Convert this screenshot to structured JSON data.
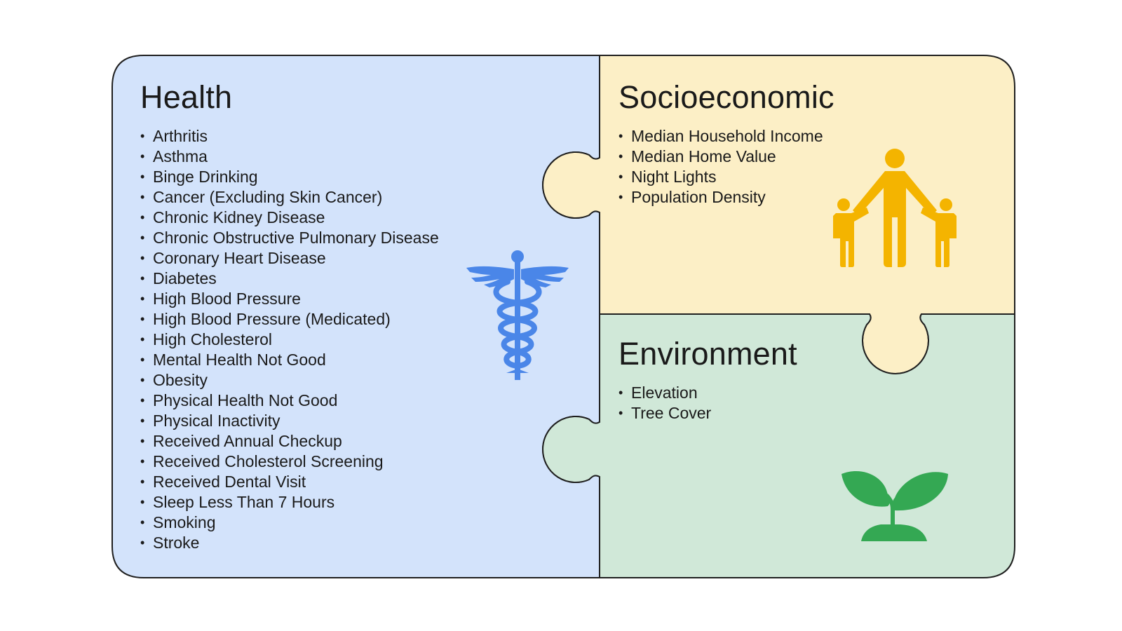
{
  "colors": {
    "health_fill": "#d3e3fb",
    "socio_fill": "#fcefc6",
    "env_fill": "#d0e8d8",
    "outline": "#1f1f1f",
    "caduceus": "#4a86e8",
    "family": "#f4b400",
    "sprout": "#34a853"
  },
  "icons": {
    "health": "caduceus-icon",
    "socioeconomic": "family-icon",
    "environment": "sprout-icon"
  },
  "health": {
    "title": "Health",
    "items": [
      "Arthritis",
      "Asthma",
      "Binge Drinking",
      "Cancer (Excluding Skin Cancer)",
      "Chronic Kidney Disease",
      "Chronic Obstructive Pulmonary Disease",
      "Coronary Heart Disease",
      "Diabetes",
      "High Blood Pressure",
      "High Blood Pressure (Medicated)",
      "High Cholesterol",
      "Mental Health Not Good",
      "Obesity",
      "Physical Health Not Good",
      "Physical Inactivity",
      "Received Annual Checkup",
      "Received Cholesterol Screening",
      "Received Dental Visit",
      "Sleep Less Than 7 Hours",
      "Smoking",
      "Stroke"
    ]
  },
  "socioeconomic": {
    "title": "Socioeconomic",
    "items": [
      "Median Household Income",
      "Median Home Value",
      "Night Lights",
      "Population Density"
    ]
  },
  "environment": {
    "title": "Environment",
    "items": [
      "Elevation",
      "Tree Cover"
    ]
  }
}
